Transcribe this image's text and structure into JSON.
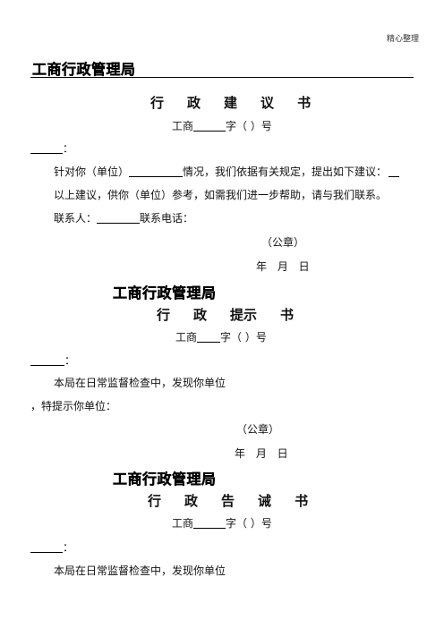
{
  "header_note": "精心整理",
  "org": "工商行政管理局",
  "sec1": {
    "title": [
      "行",
      "政",
      "建",
      "议",
      "书"
    ],
    "number_prefix": "工商",
    "number_suffix": "字（ ）号",
    "colon": "：",
    "body1_a": "针对你（单位）",
    "body1_b": "情况，我们依据有关规定，提出如下建议：",
    "body2": "以上建议，供你（单位）参考，如需我们进一步帮助，请与我们联系。",
    "contact_label": "联系人：",
    "phone_label": "联系电话：",
    "seal": "（公章）",
    "date": "年 月 日"
  },
  "sec2": {
    "title": [
      "行",
      "政",
      "提示",
      "书"
    ],
    "number_prefix": "工商",
    "number_suffix": "字（ ）号",
    "colon": "：",
    "body1": "本局在日常监督检查中，发现你单位",
    "body2": "，特提示你单位：",
    "seal": "（公章）",
    "date": "年 月 日"
  },
  "sec3": {
    "title": [
      "行",
      "政",
      "告",
      "诫",
      "书"
    ],
    "number_prefix": "工商",
    "number_suffix": "字（ ）号",
    "colon": "：",
    "body1": "本局在日常监督检查中，发现你单位"
  }
}
